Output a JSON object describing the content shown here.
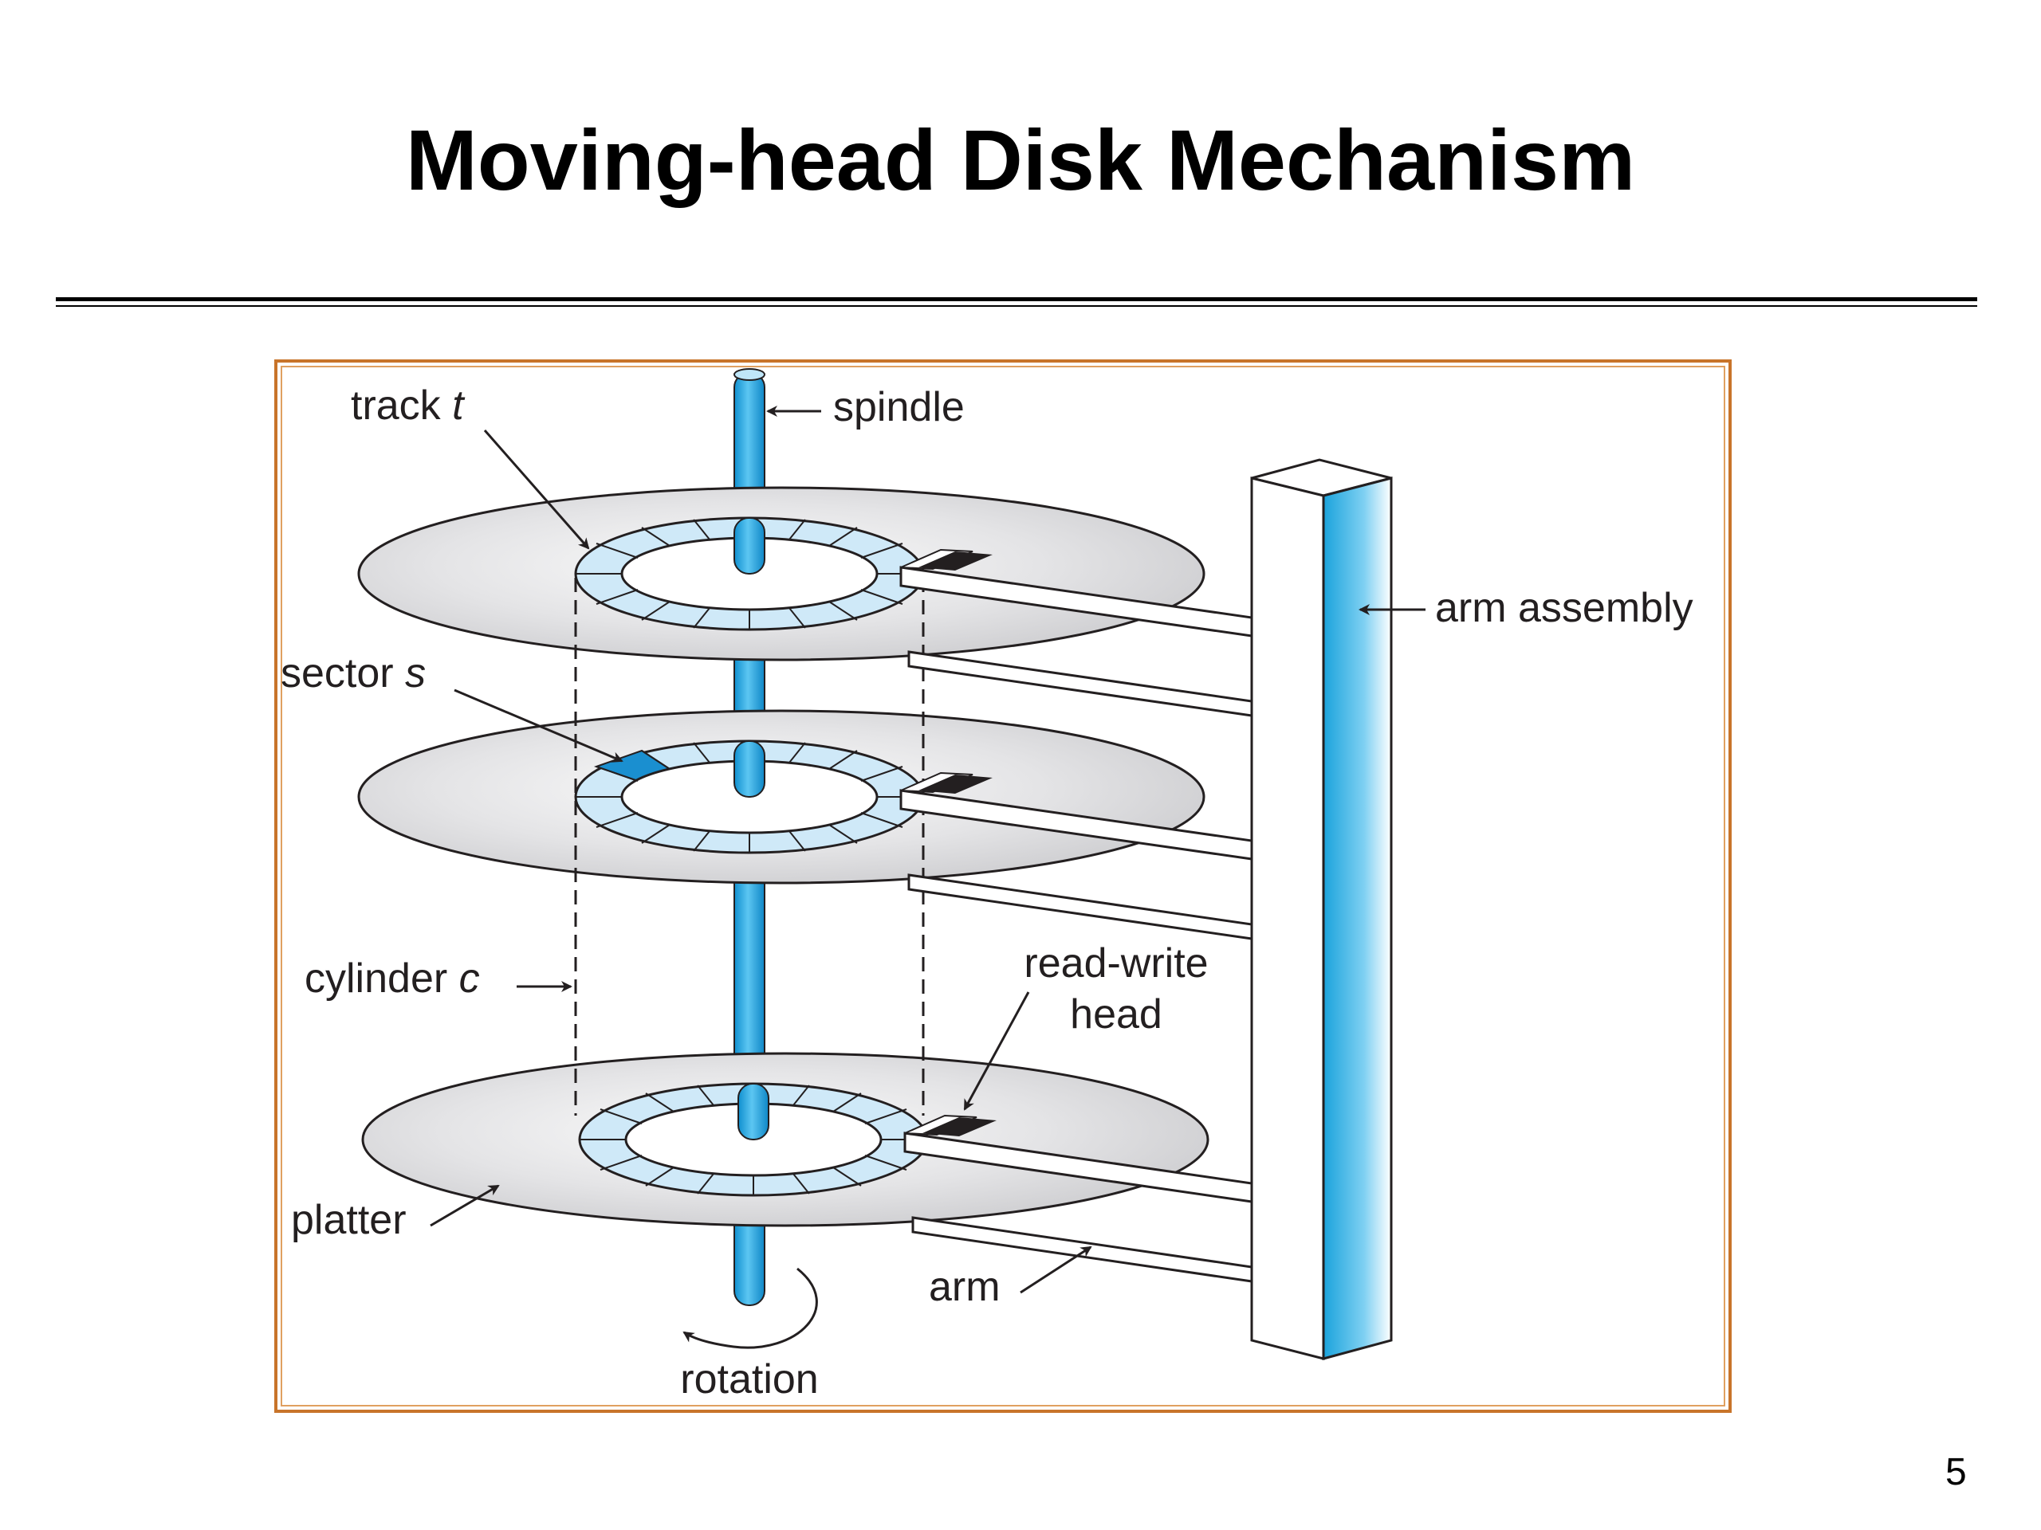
{
  "slide": {
    "title": "Moving-head Disk Mechanism",
    "page_number": "5"
  },
  "diagram": {
    "labels": {
      "track_prefix": "track ",
      "track_var": "t",
      "spindle": "spindle",
      "arm_assembly": "arm assembly",
      "sector_prefix": "sector ",
      "sector_var": "s",
      "cylinder_prefix": "cylinder ",
      "cylinder_var": "c",
      "read_write_line1": "read-write",
      "read_write_line2": "head",
      "platter": "platter",
      "arm": "arm",
      "rotation": "rotation"
    },
    "colors": {
      "frame_border": "#c8742a",
      "spindle_blue": "#1aa3dc",
      "track_fill": "#cfe9f8",
      "sector_highlight": "#1a8fd0",
      "platter_gray": "#d6d6d8",
      "head_black": "#231f20"
    }
  }
}
